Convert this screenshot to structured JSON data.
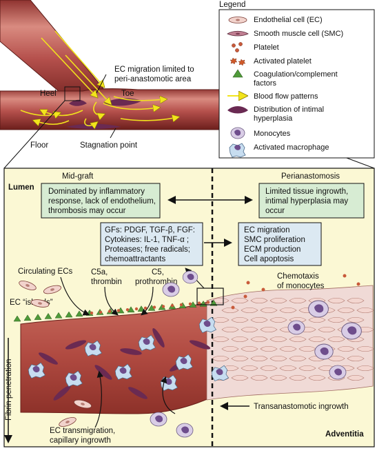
{
  "legend": {
    "title": "Legend",
    "items": [
      {
        "icon": "endothelial-cell-icon",
        "label": "Endothelial cell (EC)"
      },
      {
        "icon": "smooth-muscle-cell-icon",
        "label": "Smooth muscle cell (SMC)"
      },
      {
        "icon": "platelet-icon",
        "label": "Platelet"
      },
      {
        "icon": "activated-platelet-icon",
        "label": "Activated platelet"
      },
      {
        "icon": "coagulation-triangle-icon",
        "label": "Coagulation/complement",
        "label2": "factors"
      },
      {
        "icon": "blood-flow-arrow-icon",
        "label": "Blood flow patterns"
      },
      {
        "icon": "intimal-hyperplasia-icon",
        "label": "Distribution of intimal",
        "label2": "hyperplasia"
      },
      {
        "icon": "monocyte-icon",
        "label": "Monocytes"
      },
      {
        "icon": "activated-macrophage-icon",
        "label": "Activated macrophage"
      }
    ]
  },
  "anastomosis": {
    "migration_label_1": "EC migration limited to",
    "migration_label_2": "peri-anastomotic area",
    "heel": "Heel",
    "toe": "Toe",
    "floor": "Floor",
    "stagnation": "Stagnation point"
  },
  "detail": {
    "lumen": "Lumen",
    "mid_graft": "Mid-graft",
    "perianastomosis": "Perianastomosis",
    "adventitia": "Adventitia",
    "box_left": [
      "Dominated by inflammatory",
      "response, lack of endothelium,",
      "thrombosis may occur"
    ],
    "box_right": [
      "Limited tissue ingrowth,",
      "intimal hyperplasia may",
      "occur"
    ],
    "box_gf": [
      "GFs: PDGF, TGF-β, FGF:",
      "Cytokines: IL-1, TNF-α ;",
      "Proteases; free radicals;",
      "chemoattractants"
    ],
    "box_ec": [
      "EC migration",
      "SMC proliferation",
      "ECM production",
      "Cell apoptosis"
    ],
    "circulating_ecs": "Circulating ECs",
    "c5a_1": "C5a,",
    "c5a_2": "thrombin",
    "c5_1": "C5,",
    "c5_2": "prothrombin",
    "ec_islands": "EC “islands”",
    "chemotaxis_1": "Chemotaxis",
    "chemotaxis_2": "of monocytes",
    "fibrin_penetration": "Fibrin penetration",
    "ec_transmigration_1": "EC transmigration,",
    "ec_transmigration_2": "capillary ingrowth",
    "transanastomotic": "Transanastomotic ingrowth"
  },
  "colors": {
    "vessel": "#b5504c",
    "vessel_dark": "#7a2420",
    "panel_bg": "#fbf8d4",
    "box_green": "#d7ecd3",
    "box_blue": "#dce9f2",
    "flow_yellow": "#f2e41c",
    "hyperplasia": "#6a2a52",
    "triangle_green": "#4f9a3a"
  }
}
